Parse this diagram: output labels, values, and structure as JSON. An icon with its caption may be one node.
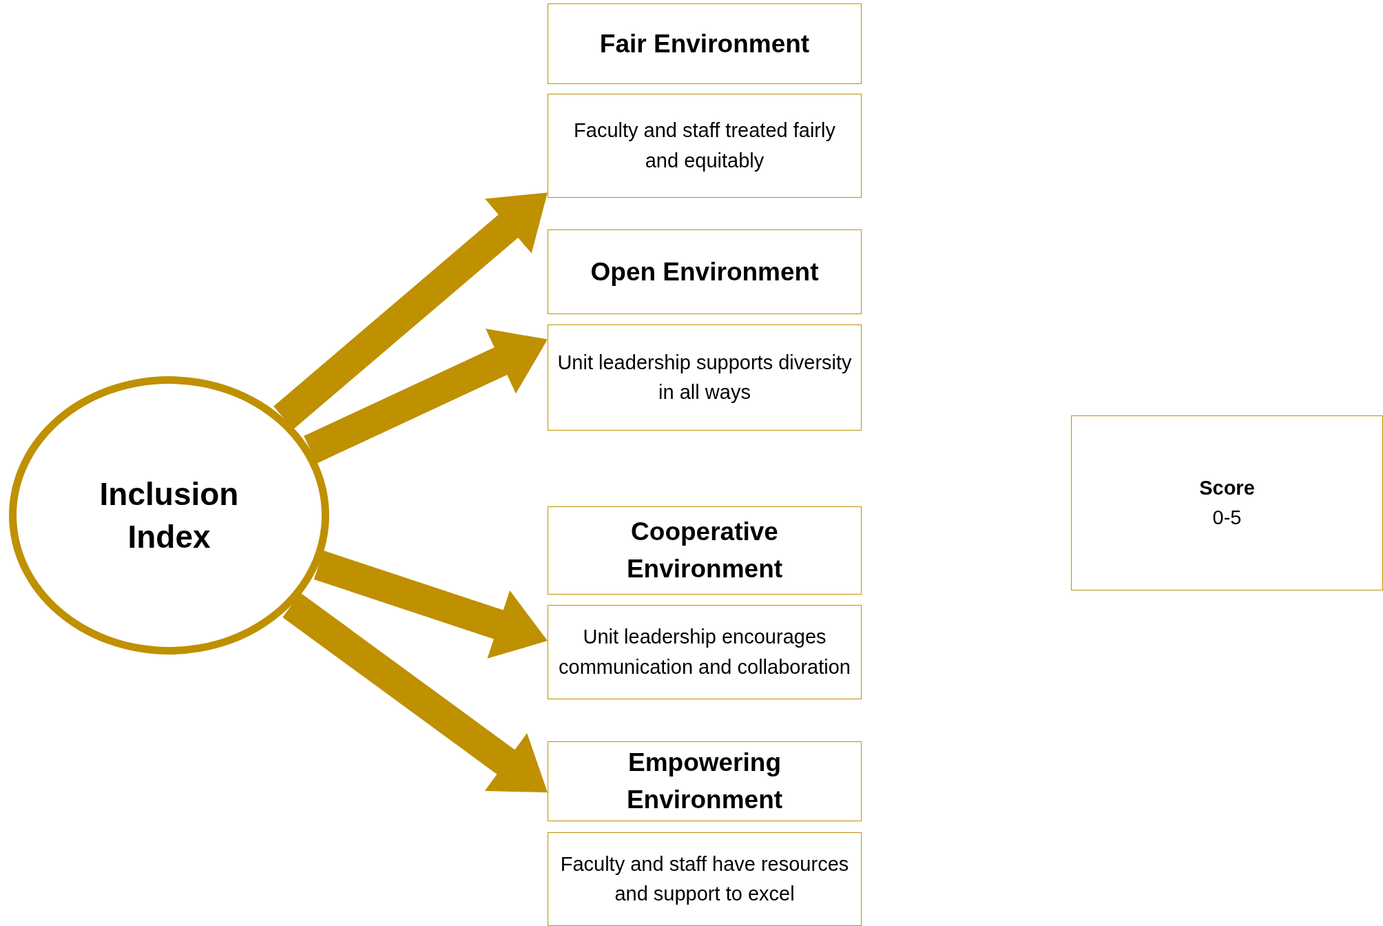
{
  "diagram": {
    "nodes": [
      {
        "text": [
          "Inclusion Index"
        ]
      },
      {
        "text": [
          "Fair Environment"
        ]
      },
      {
        "text": [
          "Faculty and staff treated fairly and equitably"
        ]
      },
      {
        "text": [
          "Open Environment"
        ]
      },
      {
        "text": [
          "Unit leadership supports diversity in all ways"
        ]
      },
      {
        "text": [
          "Cooperative Environment"
        ]
      },
      {
        "text": [
          "Unit leadership encourages communication and collaboration"
        ]
      },
      {
        "text": [
          "Empowering Environment"
        ]
      },
      {
        "text": [
          "Faculty and staff have resources and support to excel"
        ]
      },
      {
        "text": [
          "Score",
          "0-5"
        ]
      }
    ],
    "edges": [
      {
        "from": 0,
        "to": 2,
        "arrow": "to",
        "style": "thick"
      },
      {
        "from": 0,
        "to": 4,
        "arrow": "to",
        "style": "thick"
      },
      {
        "from": 0,
        "to": 6,
        "arrow": "to",
        "style": "thick"
      },
      {
        "from": 0,
        "to": 7,
        "arrow": "to",
        "style": "thick"
      }
    ]
  }
}
